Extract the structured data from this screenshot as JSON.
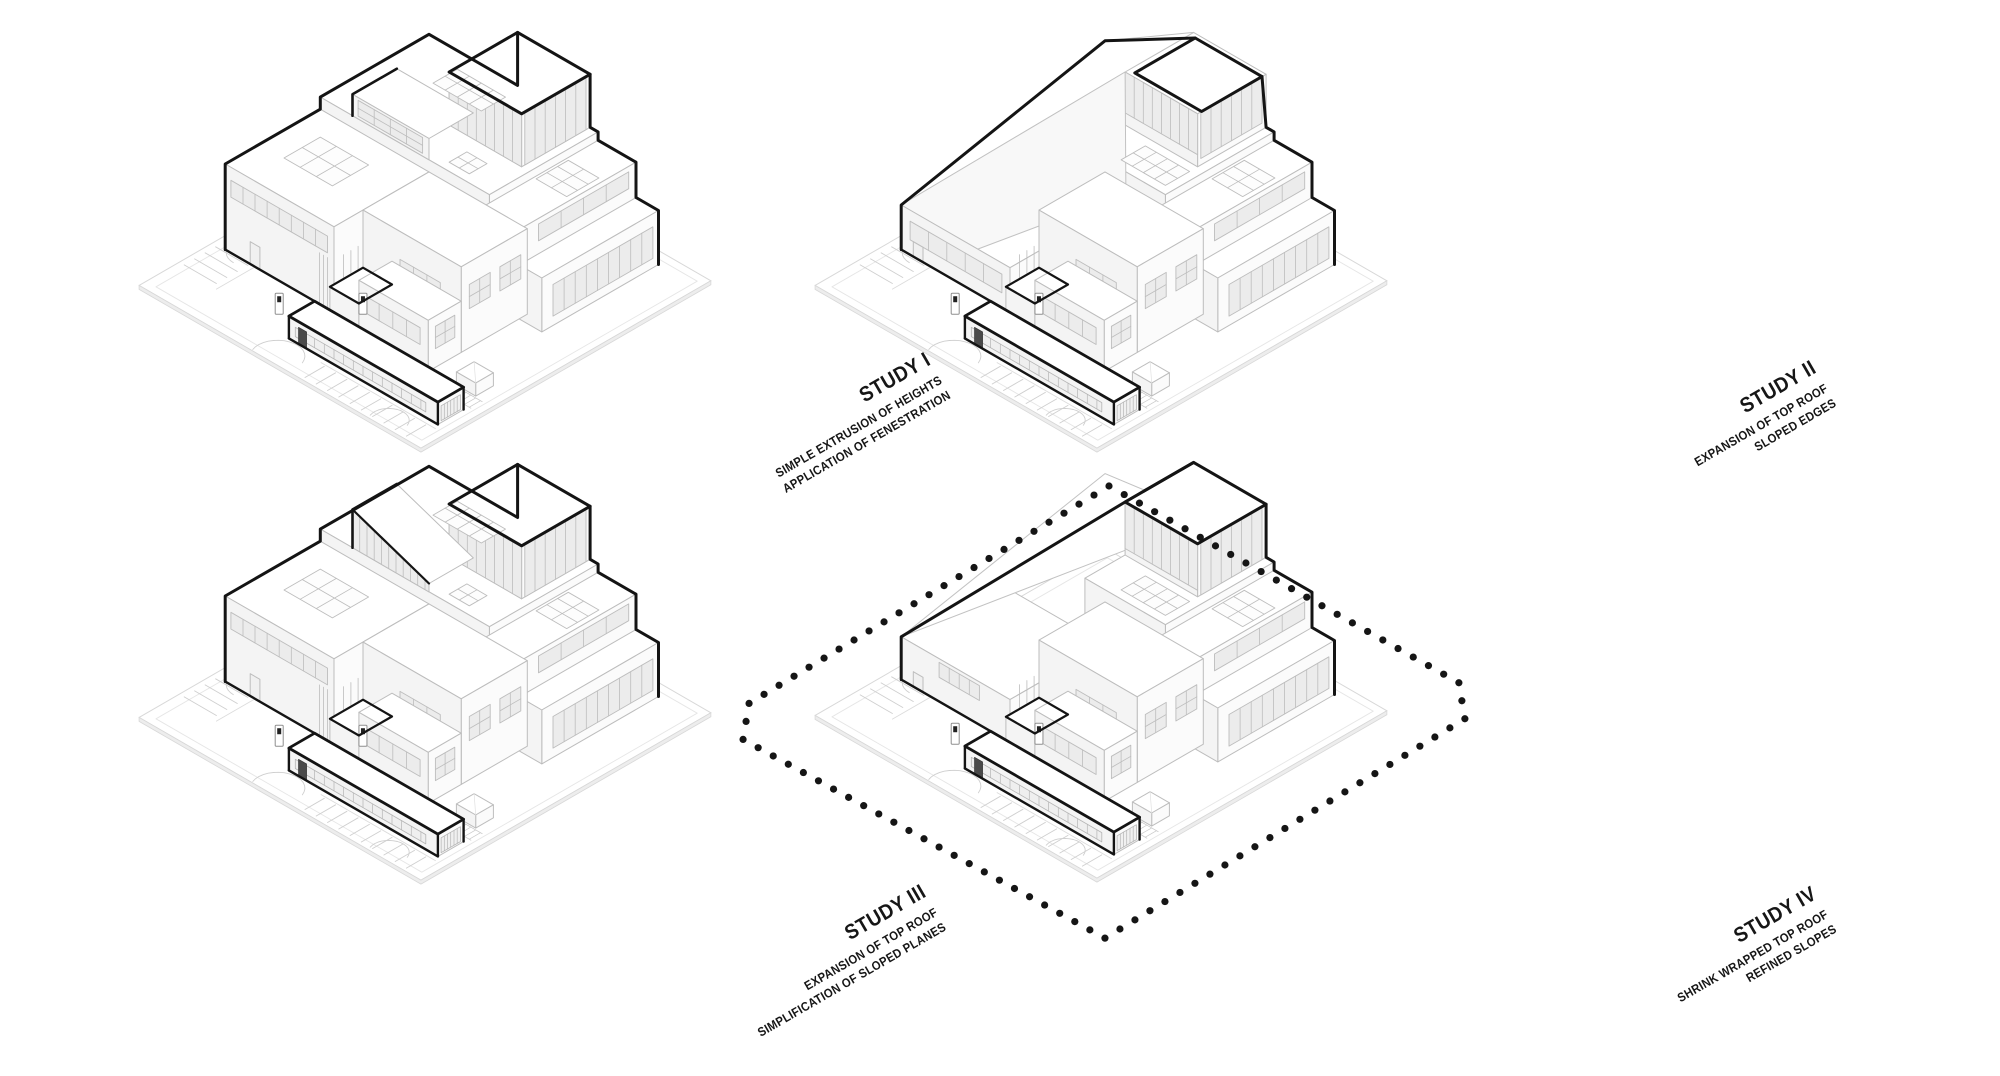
{
  "figure": {
    "kind": "axonometric-massing-study-sheet",
    "background": "#ffffff",
    "line_bold": "#141414",
    "line_light": "#bdbdbd",
    "line_site": "#d2d2d2",
    "pane_fill": "#ececec",
    "dot_color": "#151515"
  },
  "studies": [
    {
      "id": "study-1",
      "title": "STUDY I",
      "notes": [
        "SIMPLE EXTRUSION OF HEIGHTS",
        "APPLICATION OF FENESTRATION"
      ],
      "boundary": "none"
    },
    {
      "id": "study-2",
      "title": "STUDY II",
      "notes": [
        "EXPANSION OF TOP ROOF",
        "SLOPED EDGES"
      ],
      "boundary": "none"
    },
    {
      "id": "study-3",
      "title": "STUDY III",
      "notes": [
        "EXPANSION OF TOP ROOF",
        "SIMPLIFICATION OF SLOPED PLANES"
      ],
      "boundary": "none"
    },
    {
      "id": "study-4",
      "title": "STUDY IV",
      "notes": [
        "SHRINK WRAPPED TOP ROOF",
        "REFINED SLOPES"
      ],
      "boundary": "dotted"
    }
  ]
}
